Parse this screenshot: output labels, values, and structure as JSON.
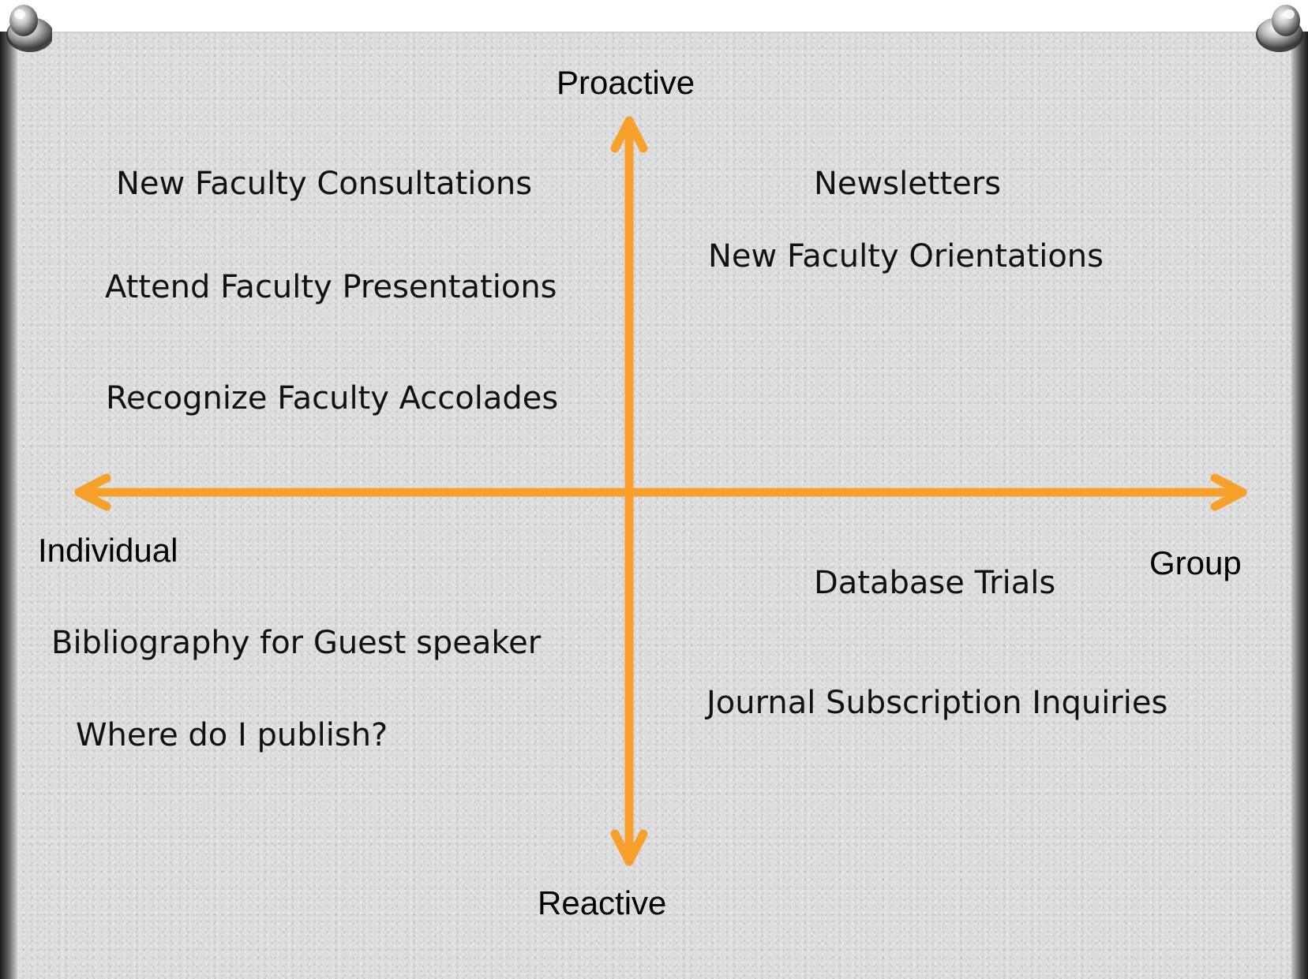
{
  "axes": {
    "top": "Proactive",
    "bottom": "Reactive",
    "left": "Individual",
    "right": "Group",
    "color": "#F7A12C"
  },
  "quadrants": {
    "proactive_individual": [
      "New Faculty Consultations",
      "Attend Faculty Presentations",
      "Recognize Faculty Accolades"
    ],
    "proactive_group": [
      "Newsletters",
      "New Faculty Orientations"
    ],
    "reactive_individual": [
      "Bibliography for Guest speaker",
      "Where do I publish?"
    ],
    "reactive_group": [
      "Database Trials",
      "Journal Subscription Inquiries"
    ]
  },
  "pins": [
    "pushpin-icon",
    "pushpin-icon"
  ]
}
